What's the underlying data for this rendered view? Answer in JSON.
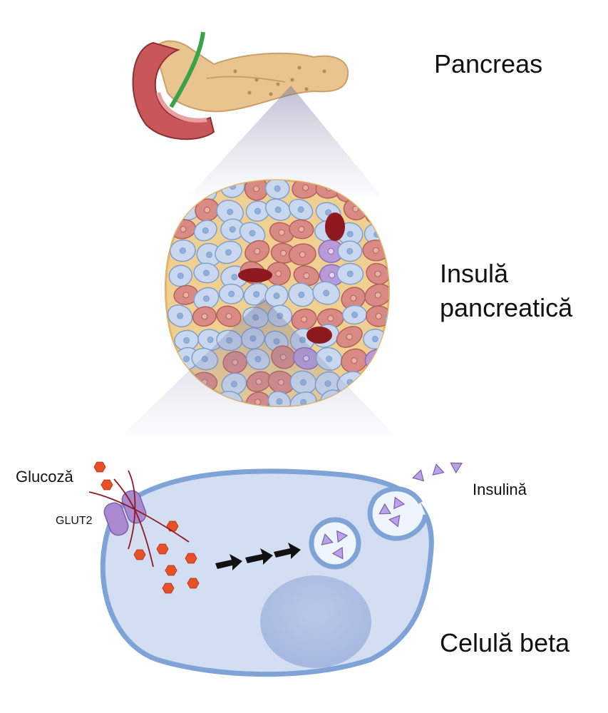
{
  "labels": {
    "pancreas": "Pancreas",
    "islet_line1": "Insulă",
    "islet_line2": "pancreatică",
    "glucose": "Glucoză",
    "glut2": "GLUT2",
    "insulin": "Insulină",
    "beta_cell": "Celulă beta"
  },
  "colors": {
    "pancreas_tissue": "#e9c48f",
    "duodenum": "#c9575a",
    "bile_duct": "#3aa34a",
    "alpha_cell": "#d98a84",
    "beta_cell": "#c9d8ee",
    "delta_cell": "#b89ad8",
    "blood_vessel": "#8e1a1f",
    "cell_membrane": "#7fa3d6",
    "cytoplasm": "#d3def2",
    "glucose": "#e8502a",
    "insulin": "#b9a3e6",
    "transporter": "#a98ad0"
  }
}
